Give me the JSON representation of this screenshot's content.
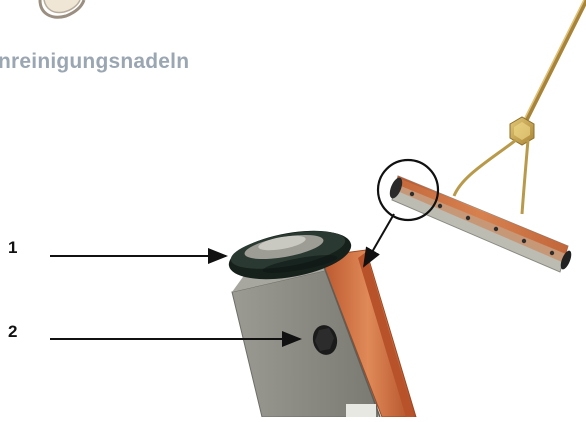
{
  "title": "nreinigungsnadeln",
  "callouts": [
    {
      "label": "1",
      "target": "gasket-ring"
    },
    {
      "label": "2",
      "target": "set-screw"
    }
  ],
  "icons": [
    "hand-grip-icon",
    "arrow-icon",
    "magnifier-circle-icon"
  ],
  "colors": {
    "title": "#9aa6b2",
    "copper": "#c8643a",
    "brass": "#c9a648",
    "steel": "#8e8e86",
    "rubber": "#1e2a24"
  }
}
